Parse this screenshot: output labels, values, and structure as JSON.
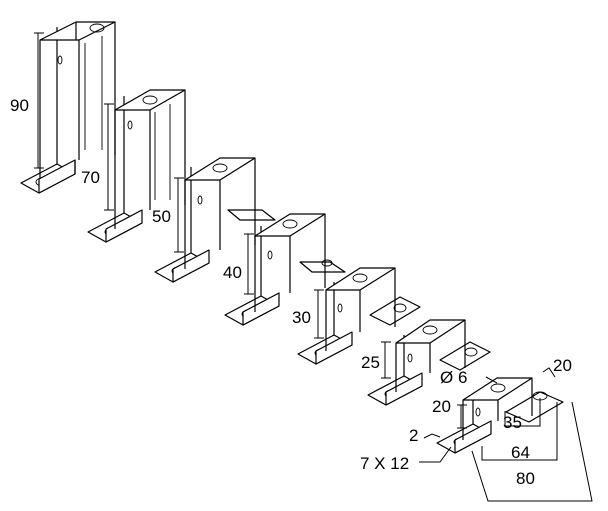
{
  "brackets": [
    {
      "height_label": "90"
    },
    {
      "height_label": "70"
    },
    {
      "height_label": "50"
    },
    {
      "height_label": "40"
    },
    {
      "height_label": "30"
    },
    {
      "height_label": "25"
    },
    {
      "height_label": "20"
    }
  ],
  "dimensions": {
    "hole_diameter": "Ø 6",
    "flange_width": "20",
    "inner_width": "35",
    "outer_width": "64",
    "overall_length": "80",
    "thickness": "2",
    "slot_size": "7 X 12"
  }
}
